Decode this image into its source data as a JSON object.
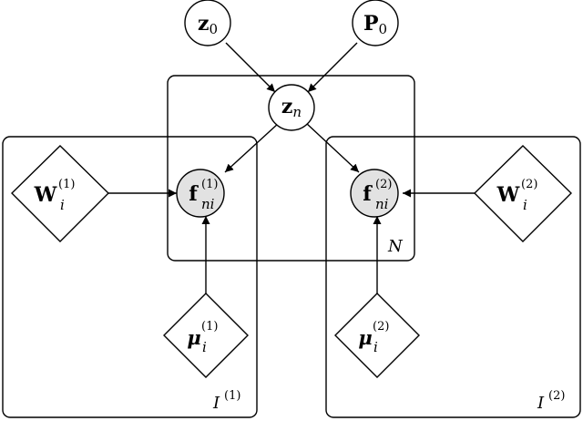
{
  "nodes": {
    "z0": {
      "base": "z",
      "sub": "0"
    },
    "P0": {
      "base": "P",
      "sub": "0"
    },
    "zn": {
      "base": "z",
      "sub": "n"
    },
    "f1": {
      "base": "f",
      "sub": "ni",
      "sup": "(1)"
    },
    "f2": {
      "base": "f",
      "sub": "ni",
      "sup": "(2)"
    },
    "W1": {
      "base": "W",
      "sub": "i",
      "sup": "(1)"
    },
    "W2": {
      "base": "W",
      "sub": "i",
      "sup": "(2)"
    },
    "mu1": {
      "base": "μ",
      "sub": "i",
      "sup": "(1)"
    },
    "mu2": {
      "base": "μ",
      "sub": "i",
      "sup": "(2)"
    }
  },
  "plates": {
    "N": {
      "label": "N"
    },
    "I1": {
      "label": "I",
      "sup": "(1)"
    },
    "I2": {
      "label": "I",
      "sup": "(2)"
    }
  },
  "node_types": {
    "latent": [
      "z0",
      "P0",
      "zn"
    ],
    "observed": [
      "f1",
      "f2"
    ],
    "parameter": [
      "W1",
      "W2",
      "mu1",
      "mu2"
    ]
  },
  "edges": [
    {
      "from": "z0",
      "to": "zn"
    },
    {
      "from": "P0",
      "to": "zn"
    },
    {
      "from": "zn",
      "to": "f1"
    },
    {
      "from": "zn",
      "to": "f2"
    },
    {
      "from": "W1",
      "to": "f1"
    },
    {
      "from": "W2",
      "to": "f2"
    },
    {
      "from": "mu1",
      "to": "f1"
    },
    {
      "from": "mu2",
      "to": "f2"
    }
  ]
}
